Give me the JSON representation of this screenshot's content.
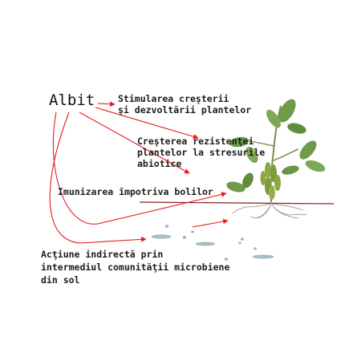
{
  "diagram": {
    "title": "Albit",
    "effects": [
      {
        "lines": [
          "Stimularea creşterii",
          "şi dezvoltării plantelor"
        ]
      },
      {
        "lines": [
          "Creşterea rezistenţei",
          "plantelor la stresurile",
          "abiotice"
        ]
      },
      {
        "lines": [
          "Imunizarea împotriva bolilor"
        ]
      },
      {
        "lines": [
          "Acţiune indirectă prin",
          "intermediul comunităţii microbiene",
          "din sol"
        ]
      }
    ],
    "colors": {
      "arrow": "#e8191c",
      "text": "#1b1b1b",
      "soil_line": "#8b1c1c",
      "leaf": "#6e9a4a",
      "pod": "#7f9c3c"
    },
    "icons": [
      "plant-illustration",
      "root-illustration",
      "microbe-illustration"
    ]
  }
}
